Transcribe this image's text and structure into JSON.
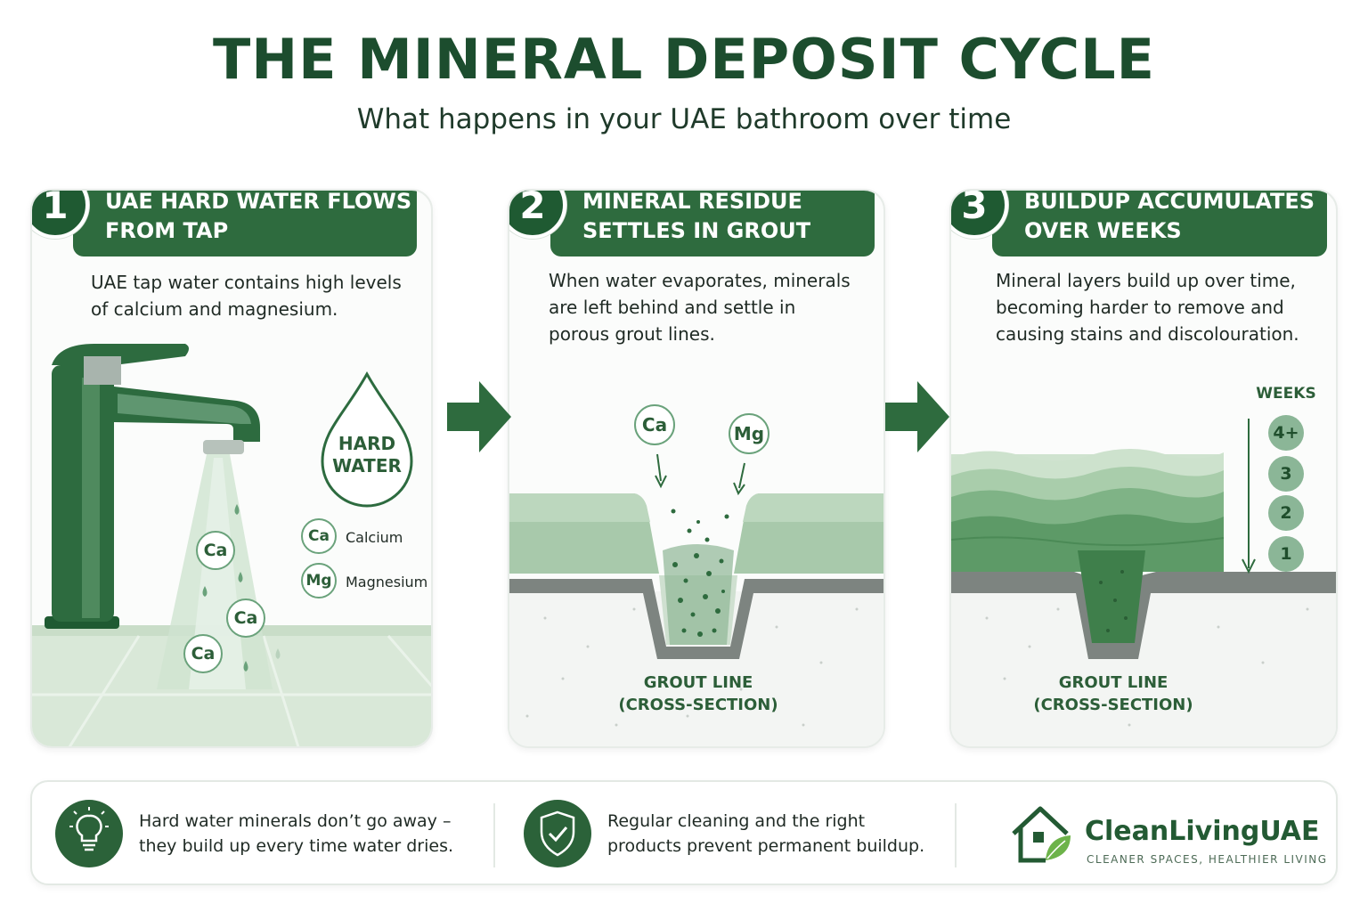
{
  "header": {
    "title": "THE MINERAL DEPOSIT CYCLE",
    "subtitle": "What happens in your UAE bathroom over time"
  },
  "steps": [
    {
      "number": "1",
      "heading_line1": "UAE HARD WATER FLOWS",
      "heading_line2": "FROM TAP",
      "desc_line1": "UAE tap water contains high levels",
      "desc_line2": "of calcium and magnesium."
    },
    {
      "number": "2",
      "heading_line1": "MINERAL RESIDUE",
      "heading_line2": "SETTLES IN GROUT",
      "desc_line1": "When water evaporates, minerals",
      "desc_line2": "are left behind and settle in",
      "desc_line3": "porous grout lines."
    },
    {
      "number": "3",
      "heading_line1": "BUILDUP ACCUMULATES",
      "heading_line2": "OVER WEEKS",
      "desc_line1": "Mineral layers build up over time,",
      "desc_line2": "becoming harder to remove and",
      "desc_line3": "causing stains and discolouration."
    }
  ],
  "panel1": {
    "drop_line1": "HARD",
    "drop_line2": "WATER",
    "stream_ions": [
      "Ca",
      "Ca",
      "Ca"
    ],
    "legend": [
      {
        "symbol": "Ca",
        "name": "Calcium"
      },
      {
        "symbol": "Mg",
        "name": "Magnesium"
      }
    ]
  },
  "panel2": {
    "ions": [
      "Ca",
      "Mg"
    ],
    "grout_line1": "GROUT LINE",
    "grout_line2": "(CROSS-SECTION)"
  },
  "panel3": {
    "weeks_label": "WEEKS",
    "weeks": [
      "4+",
      "3",
      "2",
      "1"
    ],
    "grout_line1": "GROUT LINE",
    "grout_line2": "(CROSS-SECTION)"
  },
  "footer": {
    "tip1_line1": "Hard water minerals don’t go away –",
    "tip1_line2": "they build up every time water dries.",
    "tip2_line1": "Regular cleaning and the right",
    "tip2_line2": "products prevent permanent buildup.",
    "brand_name": "CleanLivingUAE",
    "brand_tagline": "CLEANER SPACES, HEALTHIER LIVING"
  },
  "colors": {
    "primary_green": "#2e6b3e",
    "dark_green": "#1c4d2e",
    "light_green": "#d8e8da",
    "mineral_green": "#5a9a6a"
  }
}
